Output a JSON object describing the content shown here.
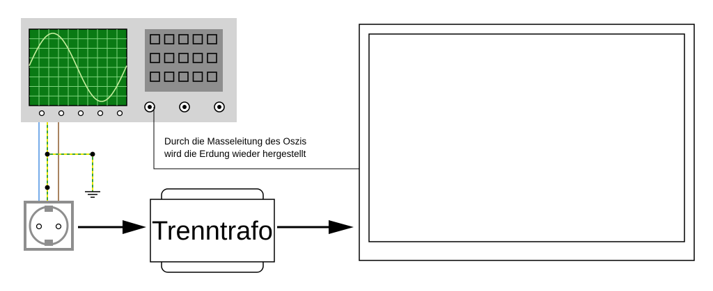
{
  "annotation": {
    "line1": "Durch die Masseleitung des Oszis",
    "line2": "wird die Erdung wieder hergestellt"
  },
  "transformer": {
    "label": "Trenntrafo"
  },
  "oscilloscope": {
    "screen_color": "#0a7a14",
    "grid_color": "#7ed67e",
    "trace_color": "#c8f0a0",
    "body_color": "#d4d4d4",
    "panel_color": "#8e8e8e",
    "button_rows": 3,
    "button_cols": 5,
    "jacks_front": 5,
    "jacks_bnc": 3
  },
  "wires": {
    "neutral": "#4a90e2",
    "live": "#8b5a2b",
    "earth_green": "#3aa23a",
    "earth_yellow": "#e6e600"
  },
  "monitor": {
    "icon": "monitor-icon"
  },
  "icons": [
    "socket-icon",
    "ground-symbol-icon",
    "arrow-right-icon"
  ]
}
